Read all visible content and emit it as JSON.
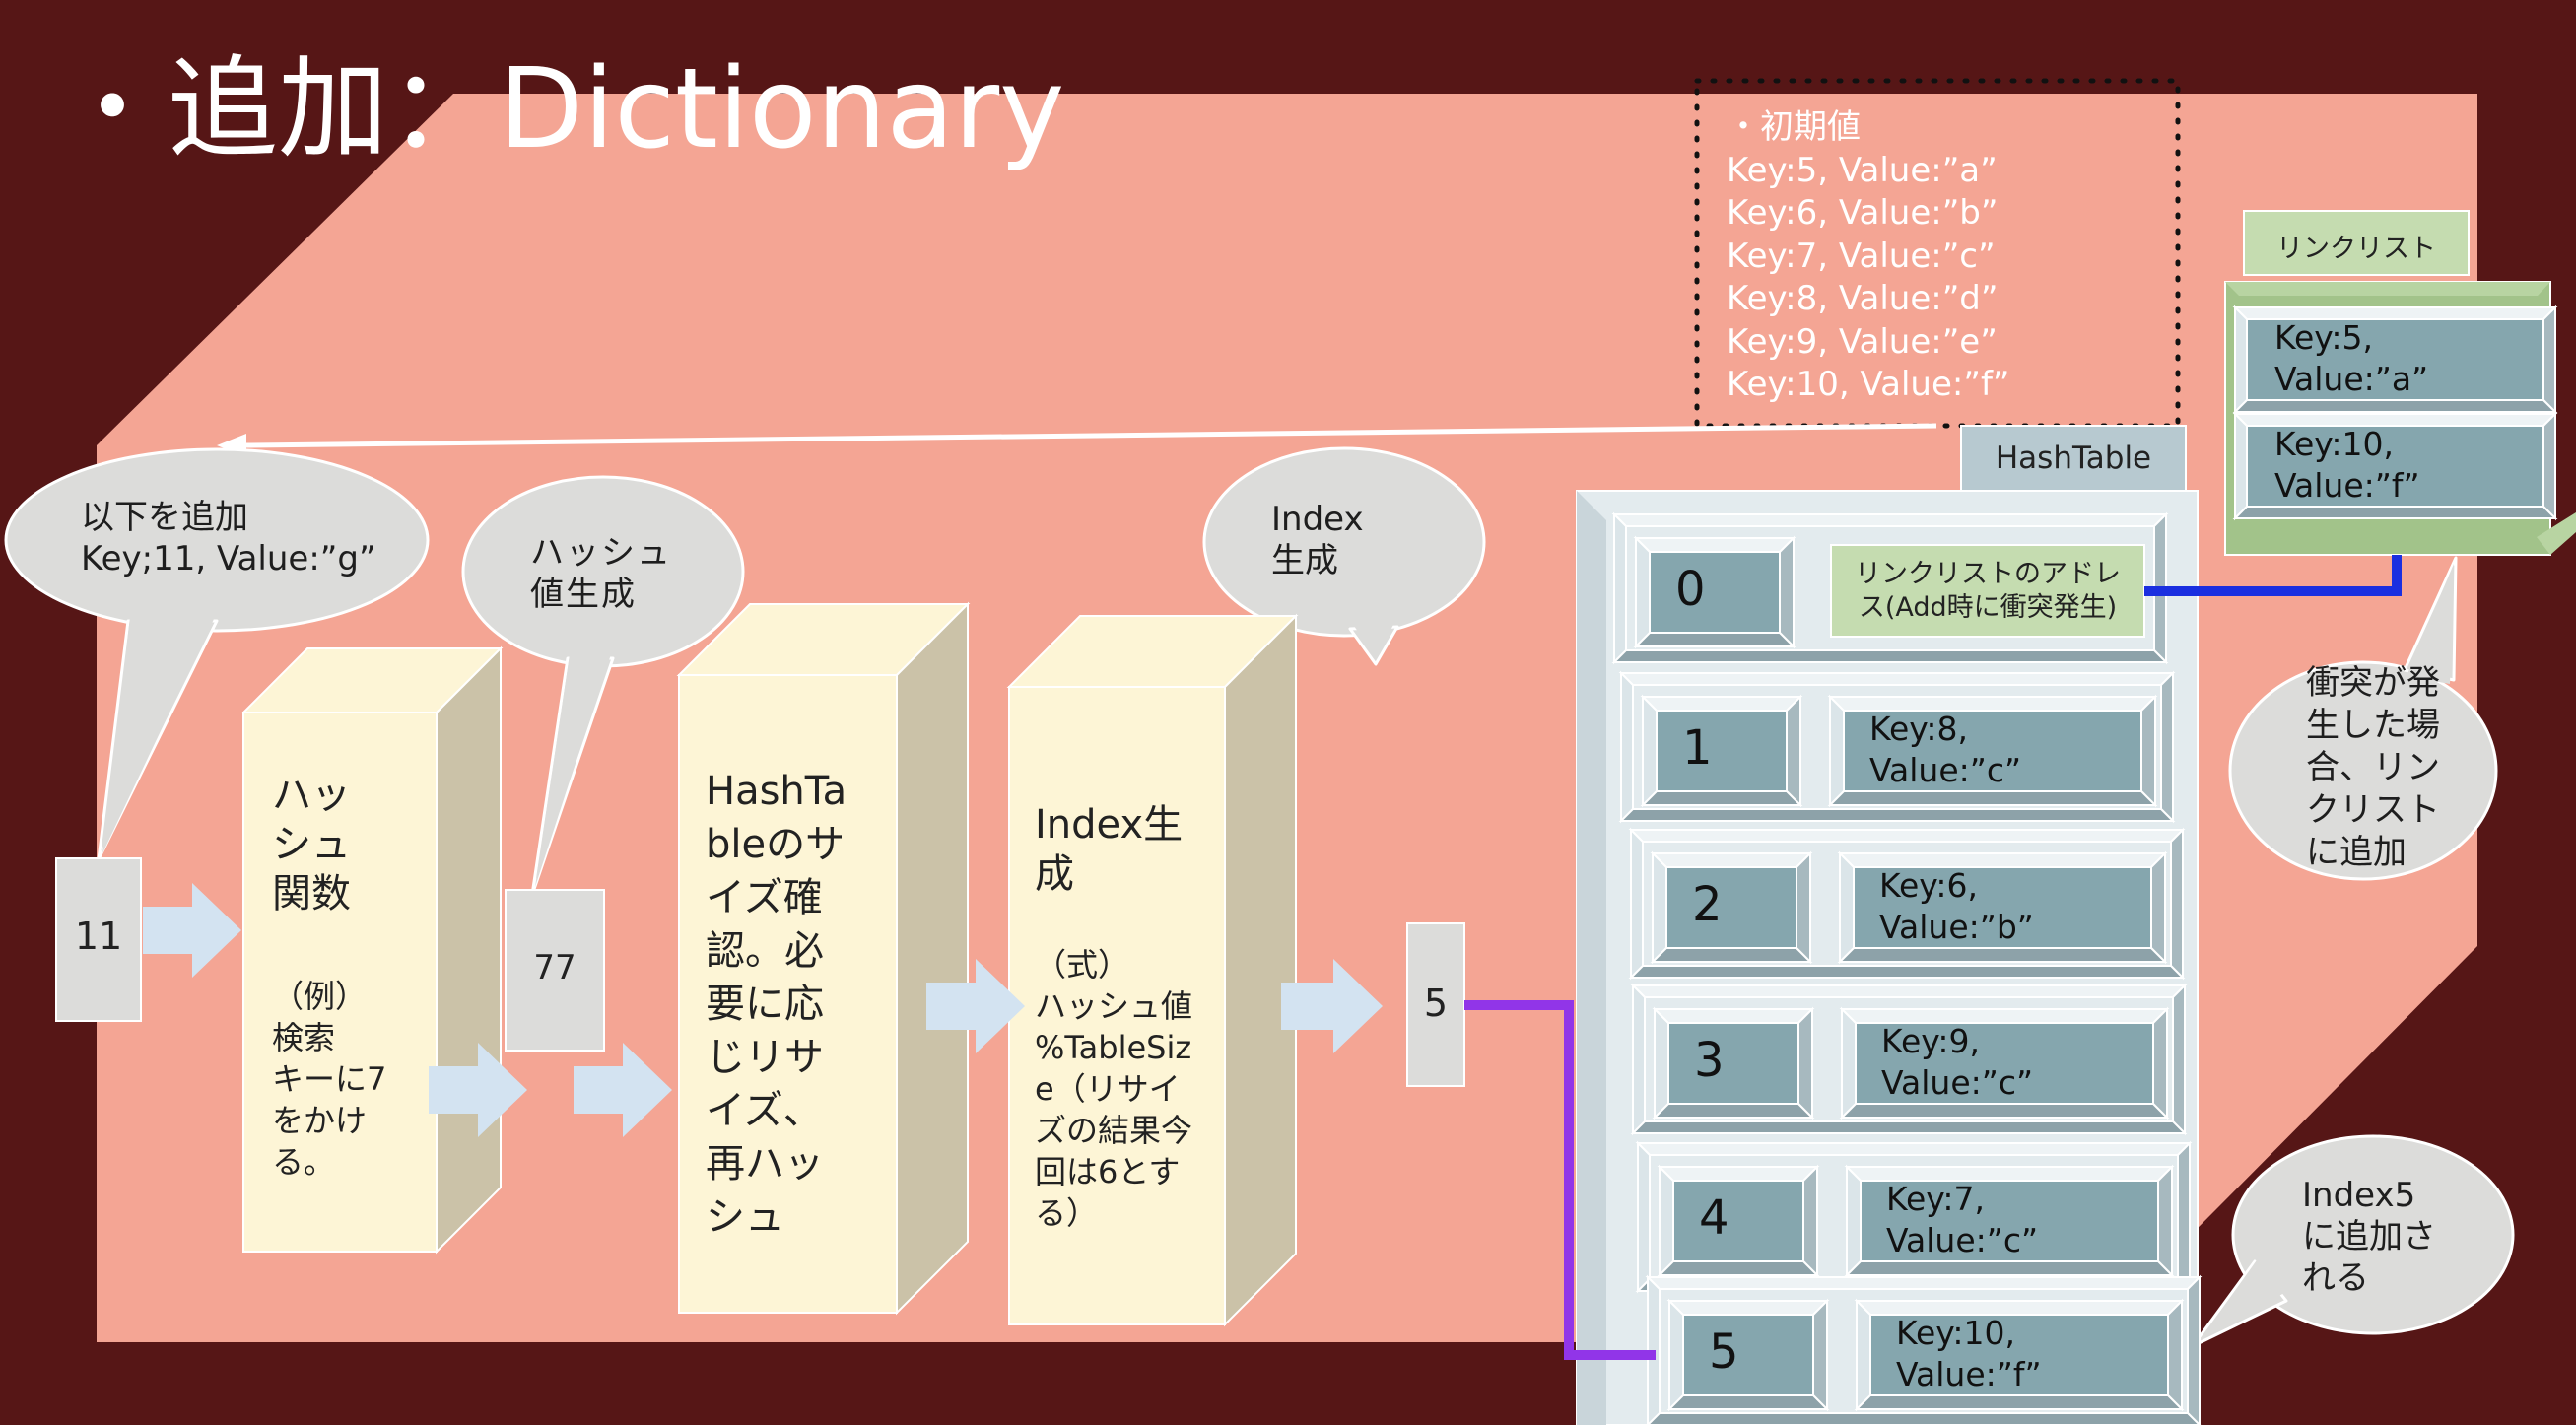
{
  "title": "・追加：Dictionary",
  "initial_values": {
    "heading": "・初期値",
    "lines": [
      "Key:5, Value:”a”",
      "Key:6, Value:”b”",
      "Key:7, Value:”c”",
      "Key:8, Value:”d”",
      "Key:9, Value:”e”",
      "Key:10, Value:”f”"
    ]
  },
  "bubbles": {
    "add": [
      "以下を追加",
      "Key;11, Value:”g”"
    ],
    "hash_gen": [
      "ハッシュ",
      "値生成"
    ],
    "index_gen": [
      "Index",
      "生成"
    ],
    "collision": [
      "衝突が発",
      "生した場",
      "合、リン",
      "クリスト",
      "に追加"
    ],
    "index5": [
      "Index5",
      "に追加さ",
      "れる"
    ]
  },
  "flow": {
    "input_key": "11",
    "hash_value": "77",
    "index_value": "5",
    "hash_function_title": "ハッ\nシュ\n関数",
    "hash_function_example": "（例）\n検索\nキーに7\nをかけ\nる。",
    "resize_text": "HashTa\nbleのサ\nイズ確\n認。必\n要に応\nじリサ\nイズ、\n再ハッ\nシュ",
    "index_title": "Index生\n成",
    "index_formula": "（式）\nハッシュ値\n%TableSiz\ne（リサイ\nズの結果今\n回は6とす\nる）"
  },
  "hashtable": {
    "label": "HashTable",
    "rows": [
      {
        "index": "0",
        "content": "リンクリストのアドレ\nス(Add時に衝突発生)"
      },
      {
        "index": "1",
        "content": "Key:8,\nValue:”c”"
      },
      {
        "index": "2",
        "content": "Key:6,\nValue:”b”"
      },
      {
        "index": "3",
        "content": "Key:9,\nValue:”c”"
      },
      {
        "index": "4",
        "content": "Key:7,\nValue:”c”"
      },
      {
        "index": "5",
        "content": "Key:10,\nValue:”f”"
      }
    ]
  },
  "linked_list": {
    "label": "リンクリスト",
    "nodes": [
      "Key:5,\nValue:”a”",
      "Key:10,\nValue:”f”"
    ]
  },
  "colors": {
    "background": "#561616",
    "panel": "#f4a594",
    "bubble": "#dcdcda",
    "cream_box": "#fdf5d6",
    "cream_side": "#cbc2a8",
    "arrow": "#d3e3f1",
    "hashtable_bg": "#e3ebee",
    "slot": "#85a6ae",
    "green_tag": "#c5dcb0",
    "linked_list_bg": "#a2c38a",
    "blue_line": "#1a2fe0",
    "purple_line": "#9135e8"
  }
}
